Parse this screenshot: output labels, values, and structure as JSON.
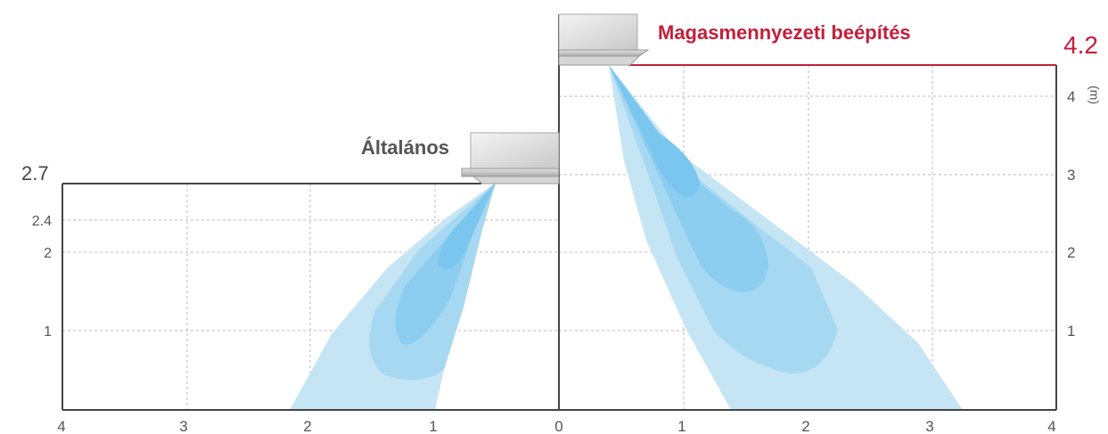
{
  "panels": {
    "left": {
      "label": "Általános",
      "height_label": "2.7",
      "x_ticks": [
        "4",
        "3",
        "2",
        "1",
        "0"
      ],
      "y_ticks": [
        "2.4",
        "2",
        "1"
      ]
    },
    "right": {
      "label": "Magasmennyezeti beépítés",
      "height_label": "4.2",
      "x_ticks": [
        "1",
        "2",
        "3",
        "4"
      ],
      "y_ticks": [
        "4",
        "3",
        "2",
        "1"
      ],
      "unit": "(m)"
    }
  },
  "colors": {
    "accent_red": "#c41e3a",
    "grid": "#bbbbbb",
    "axis": "#444444",
    "airflow_light": "#c5e5f5",
    "airflow_mid": "#a7d8f2",
    "airflow_dark": "#8ccdf0",
    "airflow_core": "#7ac6ee"
  },
  "icons": {
    "left_unit": "ceiling-cassette-icon",
    "right_unit": "ceiling-cassette-icon"
  }
}
